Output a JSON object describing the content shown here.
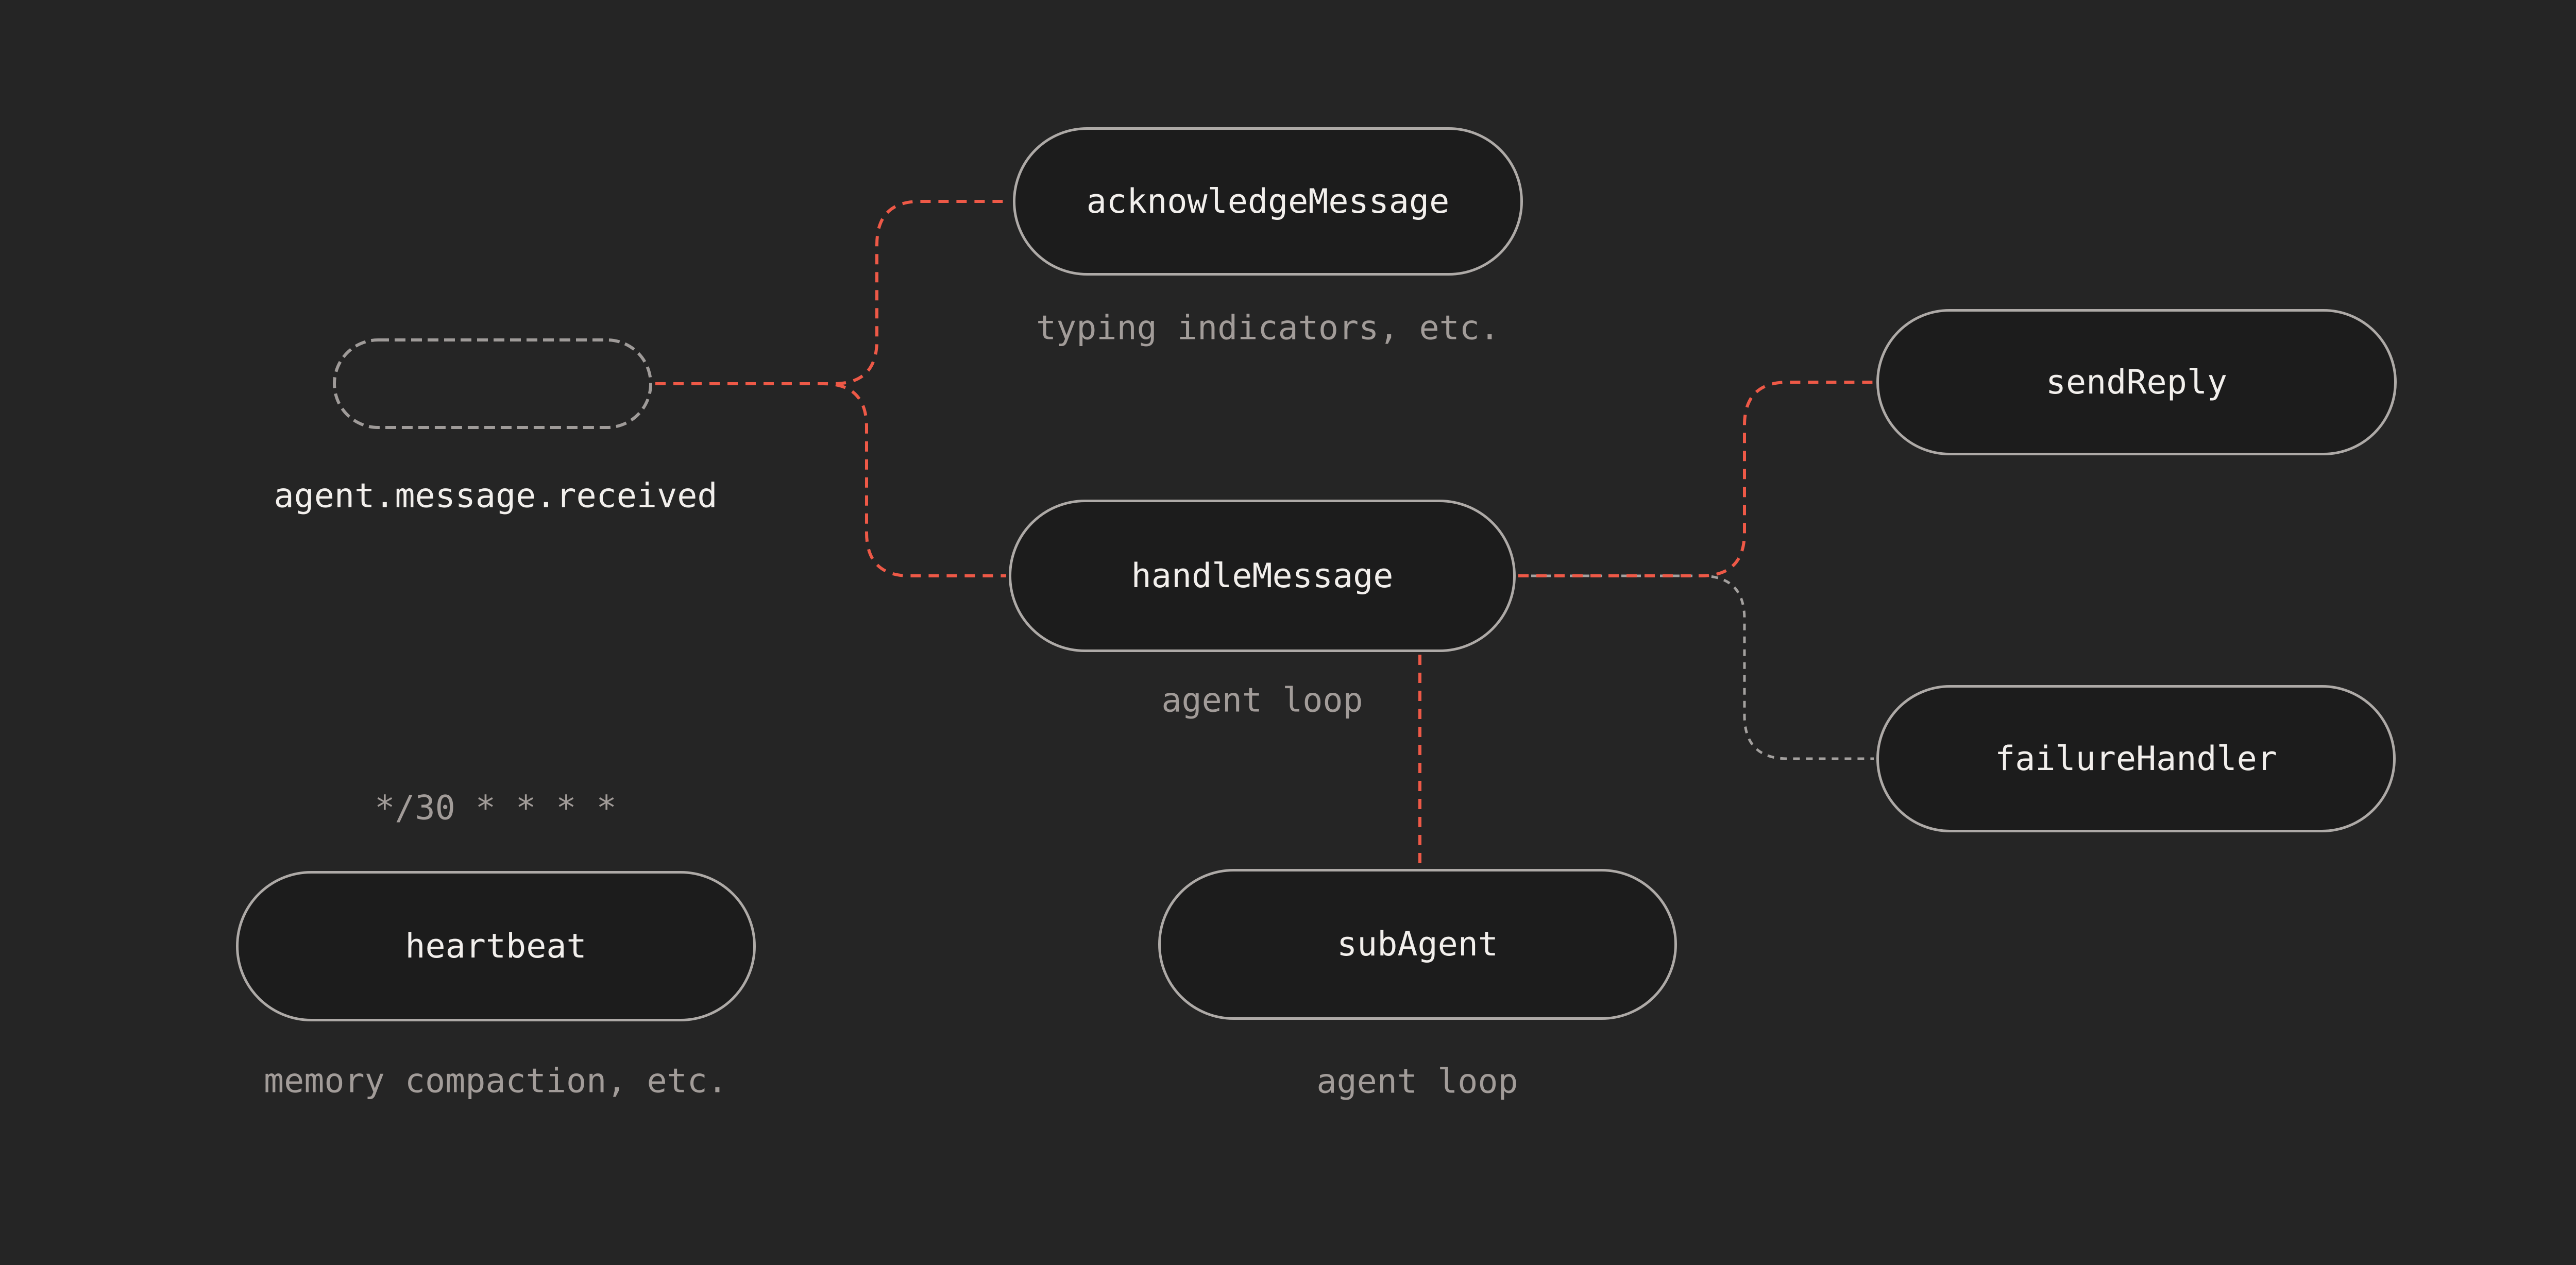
{
  "diagram": {
    "background_color": "#252525",
    "colors": {
      "node_fill": "#1c1c1c",
      "node_border": "#aeaaa7",
      "label_text": "#f2efec",
      "muted_text": "#a29c99",
      "edge_red": "#ee5947",
      "edge_gray": "#a3a09e"
    },
    "nodes": {
      "trigger": {
        "label": "agent.message.received",
        "shape": "dashed-outline-pill"
      },
      "acknowledgeMessage": {
        "label": "acknowledgeMessage",
        "caption": "typing indicators, etc."
      },
      "handleMessage": {
        "label": "handleMessage",
        "caption": "agent loop"
      },
      "sendReply": {
        "label": "sendReply"
      },
      "failureHandler": {
        "label": "failureHandler"
      },
      "heartbeat": {
        "label": "heartbeat",
        "schedule": "*/30 * * * *",
        "caption": "memory compaction, etc."
      },
      "subAgent": {
        "label": "subAgent",
        "caption": "agent loop"
      }
    },
    "edges": [
      {
        "from": "trigger",
        "to": "acknowledgeMessage",
        "style": "red-dashed"
      },
      {
        "from": "trigger",
        "to": "handleMessage",
        "style": "red-dashed"
      },
      {
        "from": "handleMessage",
        "to": "sendReply",
        "style": "red-dashed"
      },
      {
        "from": "handleMessage",
        "to": "failureHandler",
        "style": "gray-dashed"
      },
      {
        "from": "handleMessage",
        "to": "subAgent",
        "style": "red-dashed"
      }
    ]
  }
}
